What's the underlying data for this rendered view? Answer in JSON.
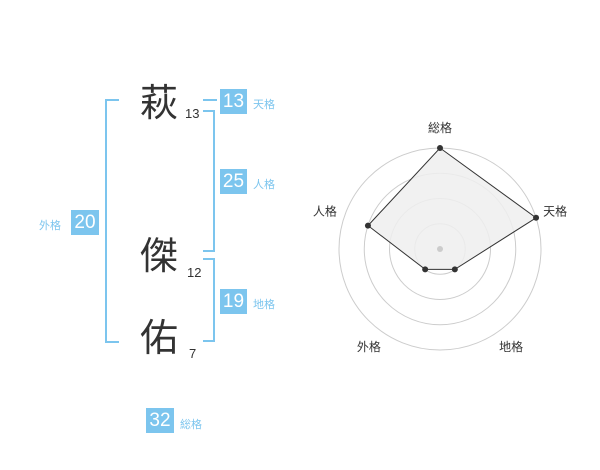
{
  "name": {
    "chars": [
      {
        "char": "萩",
        "strokes": "13"
      },
      {
        "char": "傑",
        "strokes": "12"
      },
      {
        "char": "佑",
        "strokes": "7"
      }
    ]
  },
  "kaku": {
    "tenkaku": {
      "value": "13",
      "label": "天格"
    },
    "jinkaku": {
      "value": "25",
      "label": "人格"
    },
    "chikaku": {
      "value": "19",
      "label": "地格"
    },
    "gaikaku": {
      "value": "20",
      "label": "外格"
    },
    "soukaku": {
      "value": "32",
      "label": "総格"
    }
  },
  "chart_data": {
    "type": "radar",
    "axes": [
      "総格",
      "天格",
      "地格",
      "外格",
      "人格"
    ],
    "values": [
      4,
      4,
      1,
      1,
      3
    ],
    "max": 4,
    "rings": 4,
    "colors": {
      "fill": "#efefef",
      "line": "#333333",
      "ring": "#cccccc",
      "point": "#333333",
      "center": "#cccccc"
    }
  }
}
